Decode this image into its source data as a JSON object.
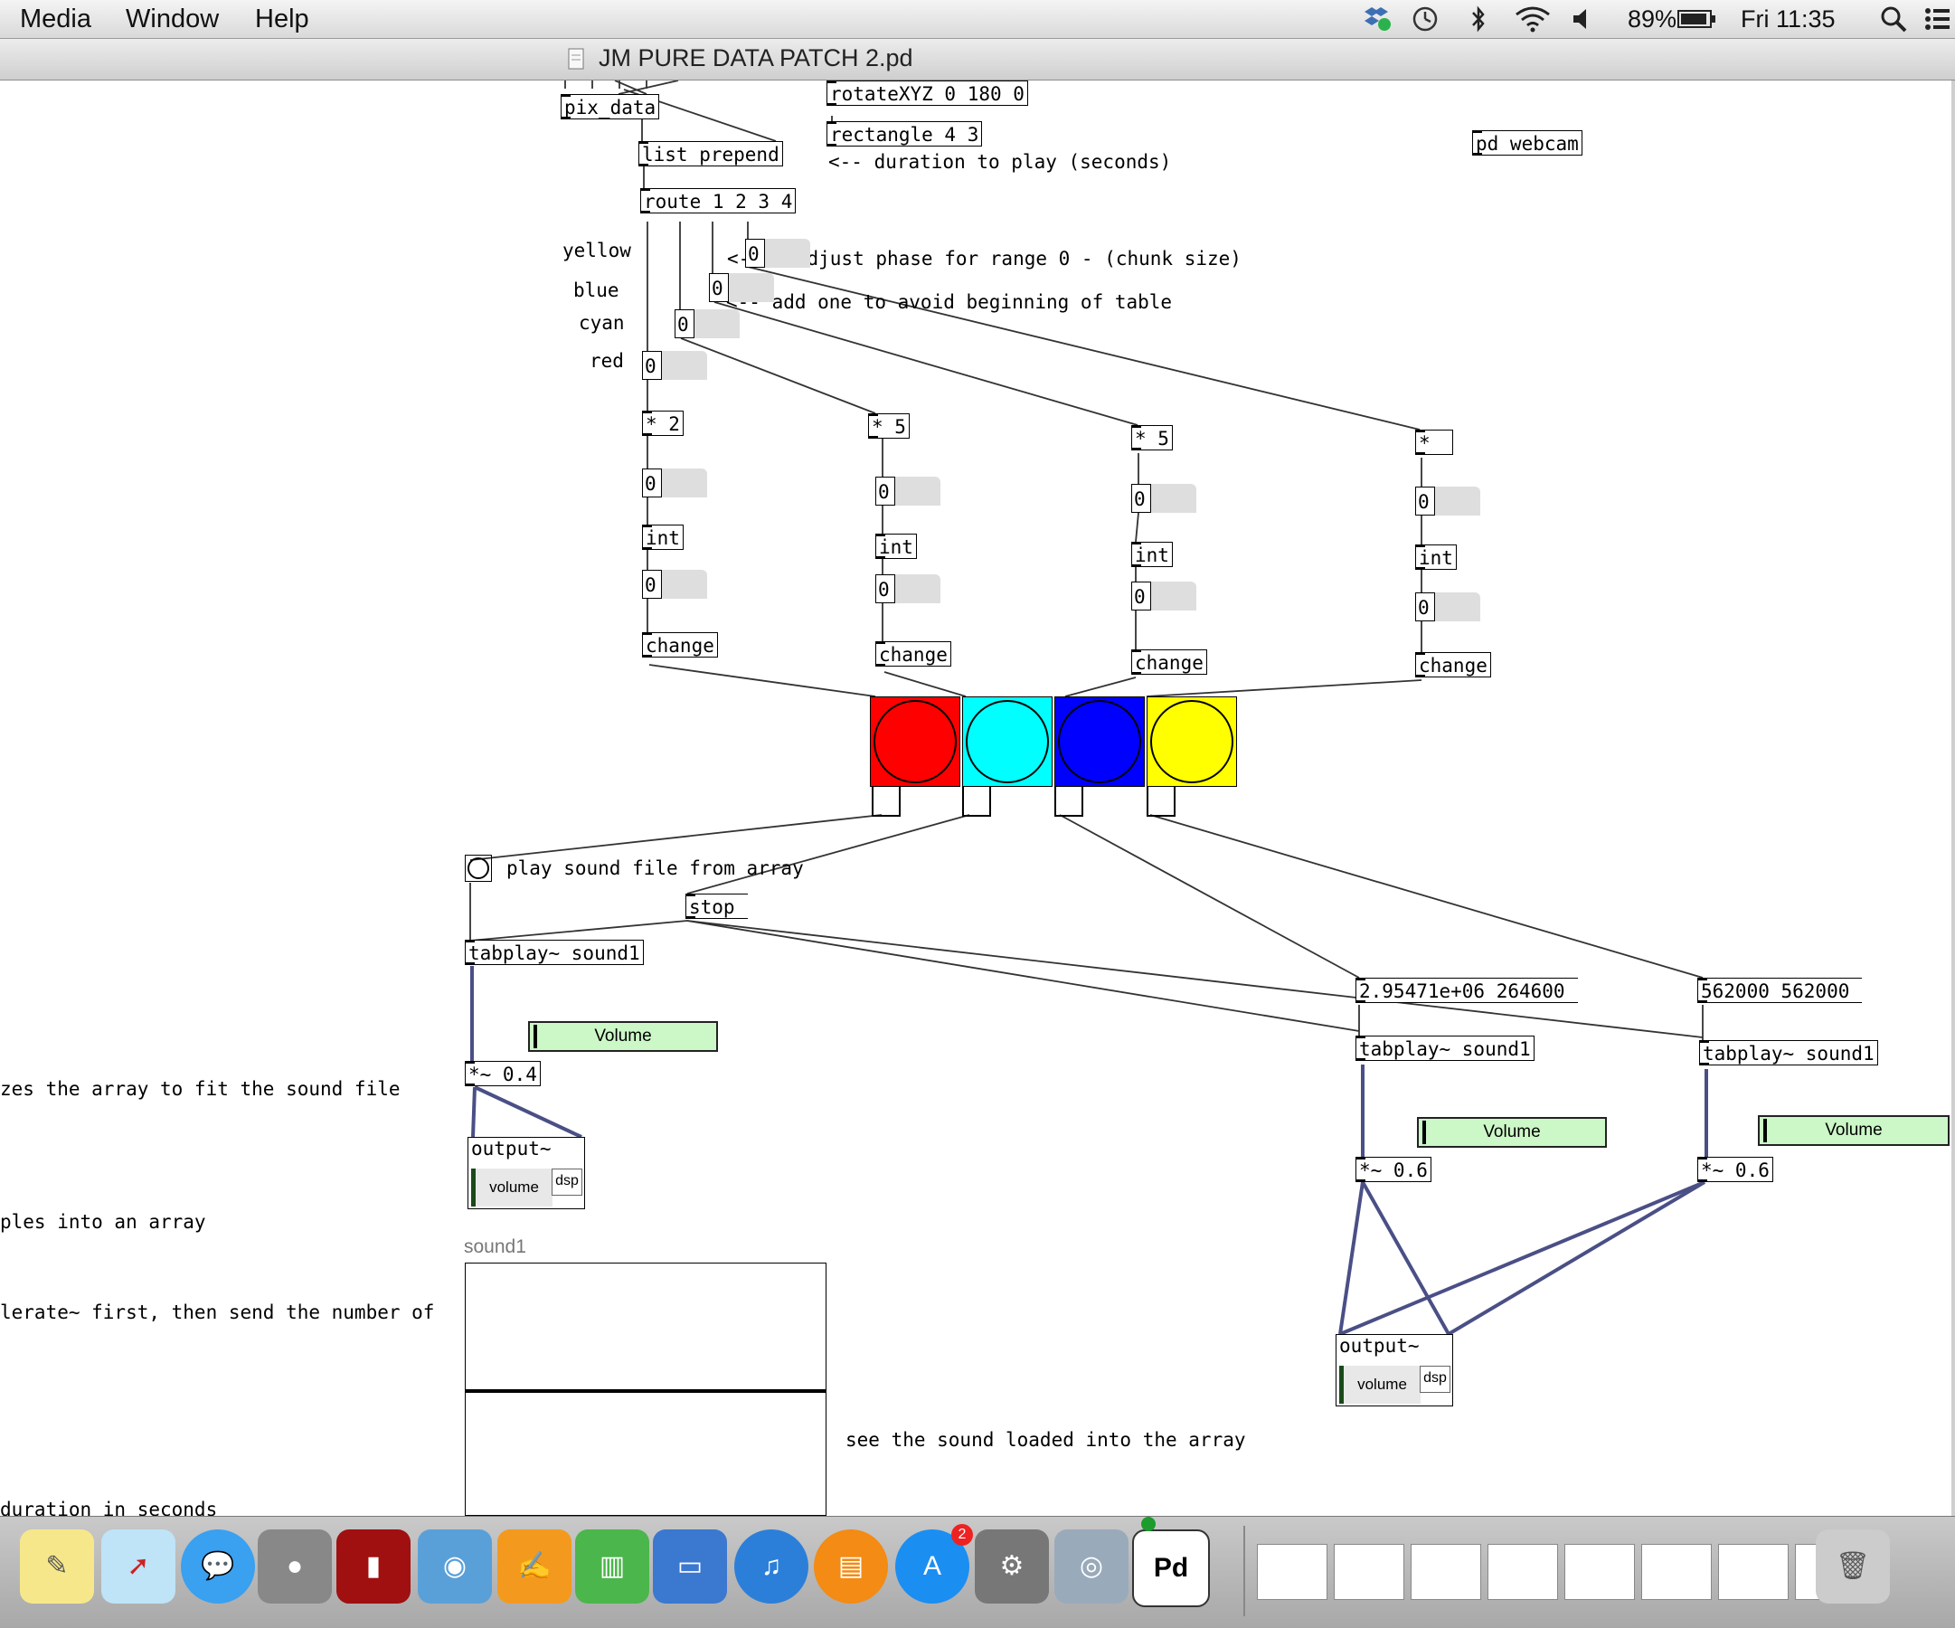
{
  "menubar": {
    "items": [
      "Media",
      "Window",
      "Help"
    ],
    "battery": "89%",
    "clock": "Fri 11:35"
  },
  "window": {
    "title": "JM PURE DATA PATCH 2.pd"
  },
  "objects": {
    "pix_data": "pix_data",
    "rotate": "rotateXYZ 0 180 0",
    "rectangle": "rectangle 4 3",
    "list_prepend": "list prepend",
    "route": "route 1 2 3 4",
    "pd_webcam": "pd webcam",
    "mul2": "* 2",
    "mul5a": "* 5",
    "mul5b": "* 5",
    "mul_blank": "*",
    "int": "int",
    "change": "change",
    "stop": "stop",
    "tabplay": "tabplay~ sound1",
    "mul04": "*~ 0.4",
    "mul06": "*~ 0.6",
    "msg_a": "2.95471e+06 264600",
    "msg_b": "562000 562000",
    "output": "output~",
    "volume": "volume",
    "dsp": "dsp",
    "zero": "0"
  },
  "comments": {
    "duration": "<-- duration to play (seconds)",
    "yellow": "yellow",
    "blue": "blue",
    "cyan": "cyan",
    "red": "red",
    "readjust": "<-- readjust phase for range 0 - (chunk size)",
    "add_one": "<-- add one to avoid beginning of table",
    "play_sound": "play sound file from array",
    "resize": "zes the array to fit the sound file",
    "samples": "ples into an array",
    "samplerate": "lerate~ first, then send the number of",
    "see_sound": "see the sound loaded into the array",
    "duration_sec": " duration in seconds",
    "array_name": "sound1"
  },
  "sliders": {
    "label": "Volume"
  },
  "toggles": {
    "colors": [
      "#ff0000",
      "#00ffff",
      "#0000ff",
      "#ffff00"
    ]
  },
  "dock": {
    "pd_label": "Pd",
    "appstore_badge": "2",
    "icons": [
      "notes-icon",
      "maps-icon",
      "messages-icon",
      "facetime-icon",
      "photobooth-icon",
      "iphoto-icon",
      "pages-icon",
      "numbers-icon",
      "keynote-icon",
      "itunes-icon",
      "ibooks-icon",
      "appstore-icon",
      "system-preferences-icon",
      "preview-icon",
      "puredata-icon",
      "trash-icon"
    ]
  }
}
